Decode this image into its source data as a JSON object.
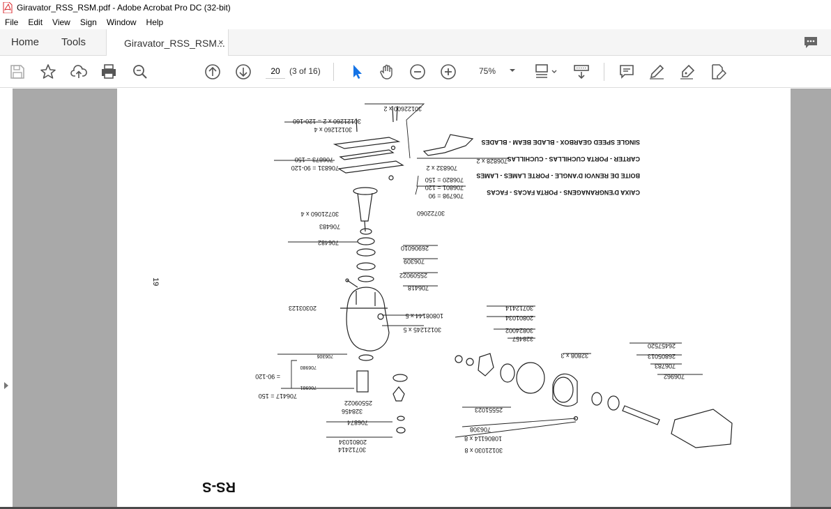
{
  "window": {
    "title": "Giravator_RSS_RSM.pdf - Adobe Acrobat Pro DC (32-bit)"
  },
  "menu": [
    "File",
    "Edit",
    "View",
    "Sign",
    "Window",
    "Help"
  ],
  "tabs": {
    "home": "Home",
    "tools": "Tools",
    "document": "Giravator_RSS_RSM...",
    "close": "×"
  },
  "toolbar": {
    "page_number": "20",
    "page_count": "(3 of 16)",
    "zoom": "75%"
  },
  "document": {
    "page_number_rotated": "19",
    "model_label": "RS-S",
    "titles": [
      "SINGLE SPEED GEARBOX - BLADE BEAM - BLADES",
      "CARTER - PORTA CUCHILLAS - CUCHILLAS",
      "BOITE DE RENVOI D'ANGLE - PORTE LAMES - LAMES",
      "CAIXA D'ENGRANAGENS - PORTA FACAS - FACAS"
    ],
    "part_labels": [
      "30122600 x 2",
      "30121260 x 2 = 120-160",
      "30121260 x 4",
      "706873 = 150",
      "706831 = 90-120",
      "706828 x 2",
      "706832 x 2",
      "706820 = 150",
      "706801 = 120",
      "706798 = 90",
      "30721060 x 4",
      "30722060",
      "706483",
      "706482",
      "26906010",
      "706309",
      "25509022",
      "706418",
      "20303123",
      "10808144 x 5",
      "30121245 x 5",
      "706306",
      "706980",
      "706981",
      "= 90-120",
      "706417 = 150",
      "25509022",
      "328456",
      "706874",
      "20801034",
      "30712414",
      "30712414",
      "20801034",
      "30824002",
      "328457",
      "32808 x 3",
      "25551023",
      "706308",
      "10806114 x 8",
      "30121030 x 8",
      "26457520",
      "26805013",
      "706783",
      "706962"
    ]
  },
  "icons": {
    "app": "acrobat-pdf-icon",
    "save": "save-icon",
    "bookmark": "star-icon",
    "upload": "cloud-upload-icon",
    "print": "print-icon",
    "search": "magnifier-zoom-icon",
    "prev": "arrow-up-circle-icon",
    "next": "arrow-down-circle-icon",
    "select": "cursor-arrow-icon",
    "hand": "hand-icon",
    "zoom_out": "zoom-out-icon",
    "zoom_in": "zoom-in-icon",
    "comment": "comment-icon",
    "highlight": "pen-icon",
    "sign": "sign-icon"
  },
  "colors": {
    "accent": "#1473e6",
    "viewer_bg": "#a9a9a9",
    "pdf_red": "#d9262b"
  }
}
